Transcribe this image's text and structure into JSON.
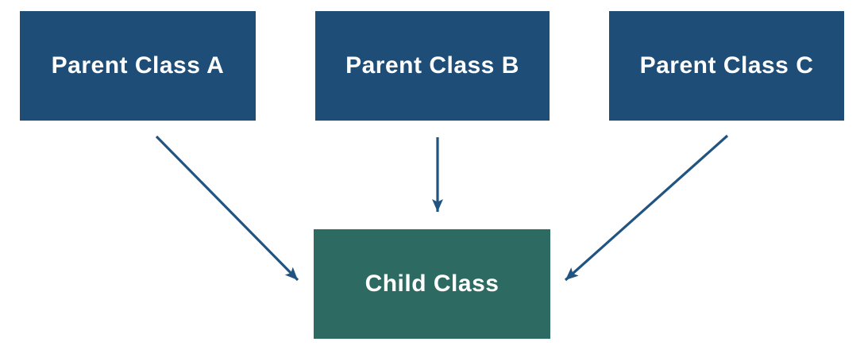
{
  "diagram": {
    "type": "inheritance-diagram",
    "nodes": [
      {
        "id": "parent-a",
        "label": "Parent Class A",
        "role": "parent"
      },
      {
        "id": "parent-b",
        "label": "Parent Class B",
        "role": "parent"
      },
      {
        "id": "parent-c",
        "label": "Parent Class C",
        "role": "parent"
      },
      {
        "id": "child",
        "label": "Child Class",
        "role": "child"
      }
    ],
    "edges": [
      {
        "from": "parent-a",
        "to": "child",
        "style": "arrow"
      },
      {
        "from": "parent-b",
        "to": "child",
        "style": "arrow"
      },
      {
        "from": "parent-c",
        "to": "child",
        "style": "arrow"
      }
    ],
    "colors": {
      "parent_fill": "#1E4E78",
      "child_fill": "#2D6B62",
      "arrow": "#215480",
      "label_text": "#FFFFFF",
      "background": "#FFFFFF"
    }
  }
}
